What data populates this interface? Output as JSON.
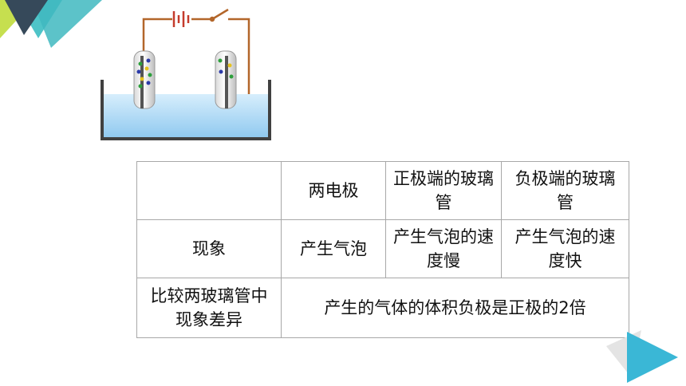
{
  "colors": {
    "teal": "#4fc4c8",
    "lime": "#c6df4f",
    "slate": "#36495a",
    "wire": "#b3662a",
    "water": "#9fd0f0",
    "accent_text": "#3b3a96"
  },
  "diagram": {
    "description_icons": [
      "battery-icon",
      "switch-icon",
      "test-tube-icon",
      "beaker-icon"
    ]
  },
  "table": {
    "header": {
      "col0": "",
      "col1": "两电极",
      "col2": "正极端的玻璃管",
      "col3": "负极端的玻璃管"
    },
    "rows": [
      {
        "label": "现象",
        "cells": [
          "产生气泡",
          "产生气泡的速度慢",
          "产生气泡的速度快"
        ]
      },
      {
        "label": "比较两玻璃管中现象差异",
        "merged": "产生的气体的体积负极是正极的2倍"
      }
    ]
  }
}
